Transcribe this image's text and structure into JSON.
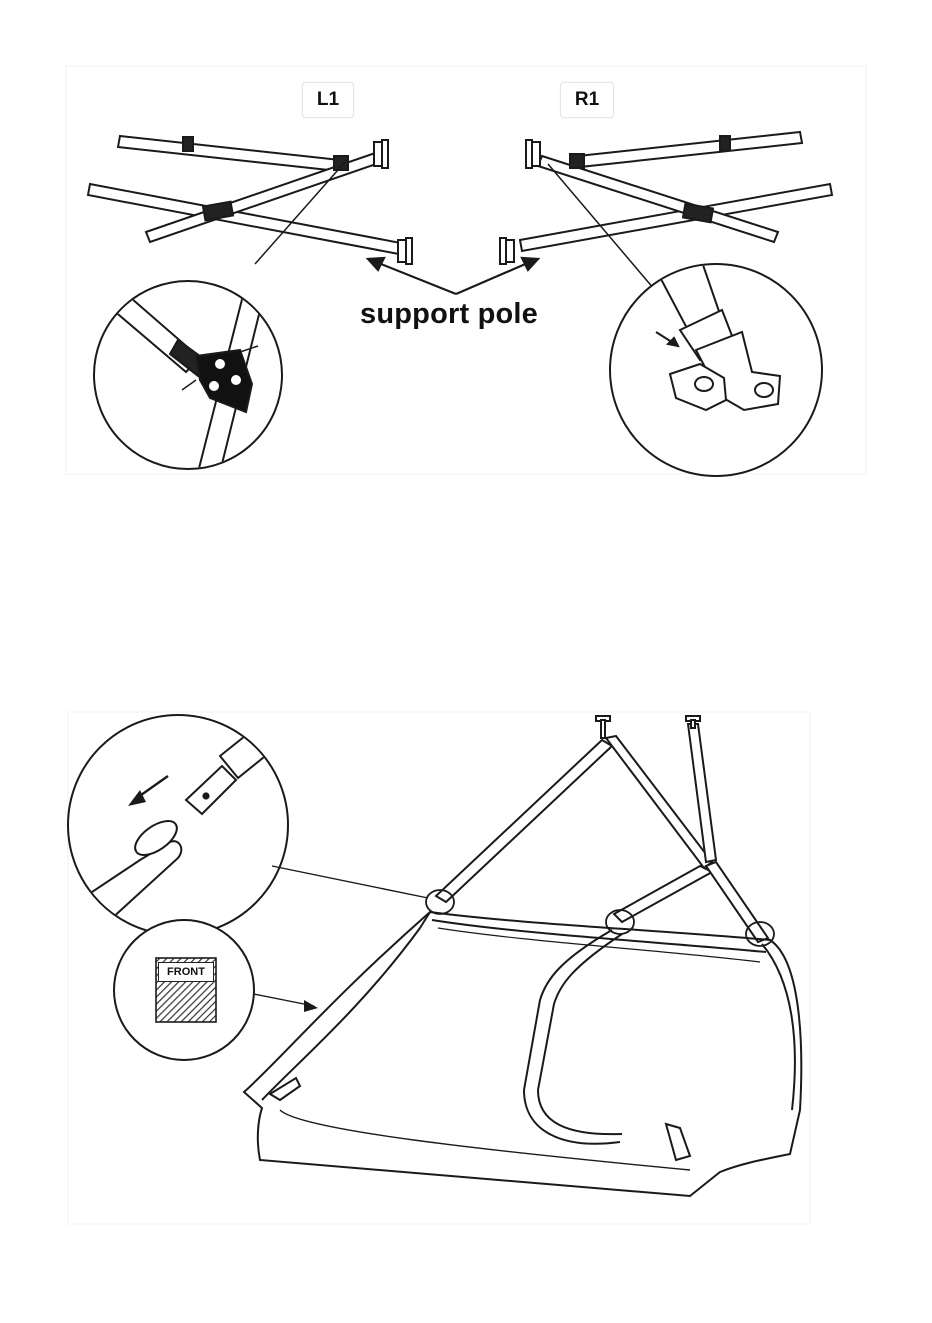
{
  "figure_top": {
    "left_label": "L1",
    "right_label": "R1",
    "callout": "support pole"
  },
  "figure_bottom": {
    "tag_text": "FRONT"
  },
  "colors": {
    "line": "#1a1a1a",
    "background": "#ffffff",
    "hatch": "#333333"
  }
}
